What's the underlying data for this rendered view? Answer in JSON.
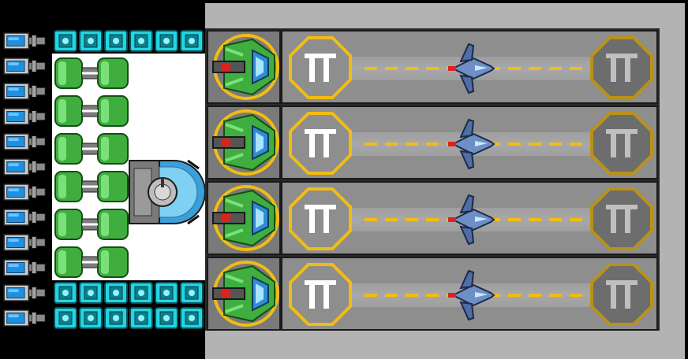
{
  "scene": {
    "kind": "ship-hangar",
    "colors": {
      "space": "#000000",
      "hull": "#b3b3b3",
      "room_floor": "#ffffff",
      "bay_floor": "#8e8e8e",
      "lane_stripe": "#f2bd13",
      "pad_start_ring": "#f2bd13",
      "pad_end_ring": "#b8921a",
      "pad_end_fill": "#6d6d6d",
      "module_green": "#3fae3f",
      "tile_cyan": "#1fd6e6",
      "battery_blue": "#1e90e0",
      "fighter_blue": "#6e8fc4"
    }
  },
  "bays": [
    {
      "id": 1,
      "fighter": "fighter-blue-icon",
      "launcher": "green-launcher-icon",
      "pad_start": "launch-pad-icon",
      "pad_end": "landing-pad-icon"
    },
    {
      "id": 2,
      "fighter": "fighter-blue-icon",
      "launcher": "green-launcher-icon",
      "pad_start": "launch-pad-icon",
      "pad_end": "landing-pad-icon"
    },
    {
      "id": 3,
      "fighter": "fighter-blue-icon",
      "launcher": "green-launcher-icon",
      "pad_start": "launch-pad-icon",
      "pad_end": "landing-pad-icon"
    },
    {
      "id": 4,
      "fighter": "fighter-blue-icon",
      "launcher": "green-launcher-icon",
      "pad_start": "launch-pad-icon",
      "pad_end": "landing-pad-icon"
    }
  ],
  "modules": {
    "batteries": 12,
    "cyan_tiles_top_rows": 1,
    "cyan_tiles_bottom_rows": 2,
    "cyan_tiles_per_row": 6,
    "green_tanks": 6,
    "crew_pod": "crew-pod-icon"
  }
}
